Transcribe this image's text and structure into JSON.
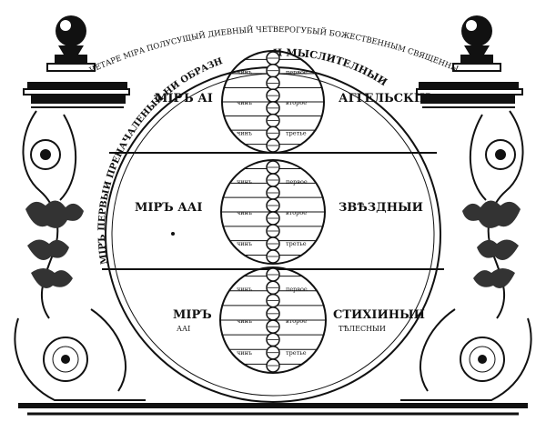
{
  "colors": {
    "ink": "#111111",
    "paper": "#ffffff"
  },
  "arc": {
    "top": "ЧЕТАРЕ МІРА ПОЛУСУЩЫЙ ДИЕВНЫЙ ЧЕТВЕРОГУБЫЙ БОЖЕСТВЕННЫМ СВЯЩЕННЫМ",
    "left": "МІРЪ ПЕРВЫИ ПРЕНАЧАЛЕНЫЙ НИ ОБРАЗНЫЙ",
    "right": "И МЫСЛИТЕЛНЫИ"
  },
  "worlds": [
    {
      "left": "МІРЪ АІ",
      "sub": "",
      "right": "АГГЕЛЬСКІИ",
      "rsub": ""
    },
    {
      "left": "МІРЪ ААІ",
      "sub": "",
      "right": "ЗВѢЗДНЫИ",
      "rsub": ""
    },
    {
      "left": "МІРЪ",
      "sub": "ААІ",
      "right": "СТИХІИНЫИ",
      "rsub": "ТѢЛЕСНЫИ"
    }
  ],
  "column": {
    "orders": [
      "первое",
      "второе",
      "третье"
    ],
    "chin": "чинъ"
  }
}
